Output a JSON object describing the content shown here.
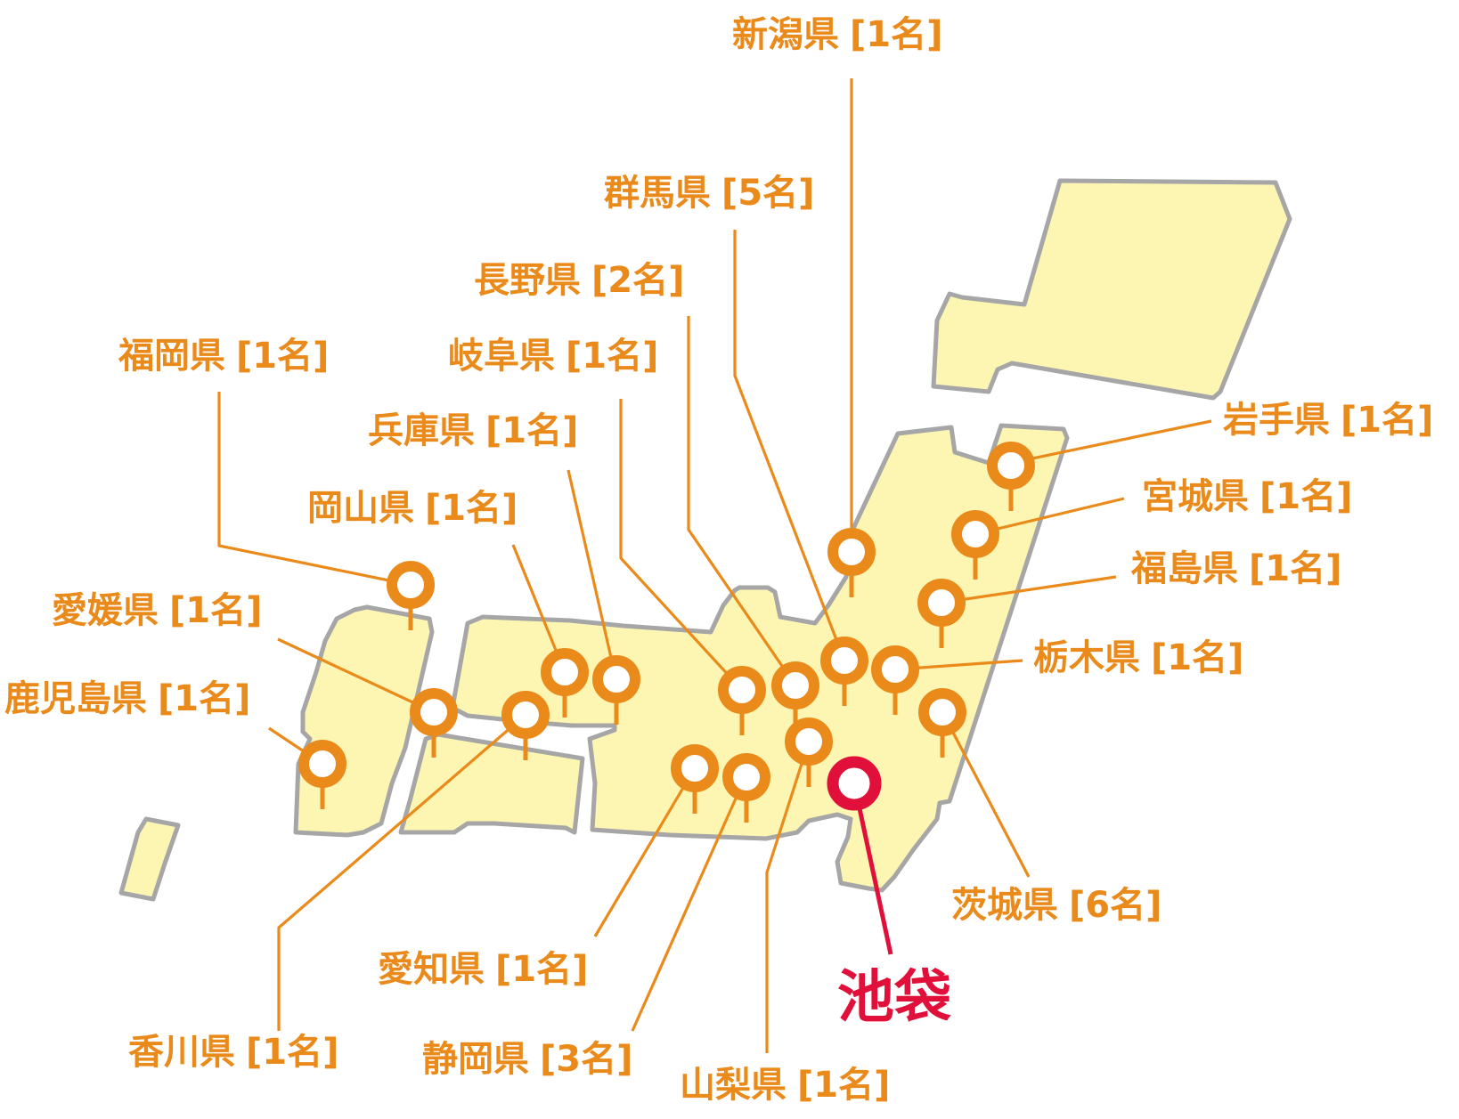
{
  "colors": {
    "land": "#fdf6b3",
    "outline": "#a6a6a6",
    "pin": "#ea8a1a",
    "main_pin": "#e0103a"
  },
  "main_location": {
    "label": "池袋",
    "icon": "map-pin-icon"
  },
  "prefectures": [
    {
      "key": "niigata",
      "name": "新潟県",
      "count": "[1名]"
    },
    {
      "key": "gunma",
      "name": "群馬県",
      "count": "[5名]"
    },
    {
      "key": "nagano",
      "name": "長野県",
      "count": "[2名]"
    },
    {
      "key": "fukuoka",
      "name": "福岡県",
      "count": "[1名]"
    },
    {
      "key": "gifu",
      "name": "岐阜県",
      "count": "[1名]"
    },
    {
      "key": "hyogo",
      "name": "兵庫県",
      "count": "[1名]"
    },
    {
      "key": "okayama",
      "name": "岡山県",
      "count": "[1名]"
    },
    {
      "key": "ehime",
      "name": "愛媛県",
      "count": "[1名]"
    },
    {
      "key": "kagoshima",
      "name": "鹿児島県",
      "count": "[1名]"
    },
    {
      "key": "iwate",
      "name": "岩手県",
      "count": "[1名]"
    },
    {
      "key": "miyagi",
      "name": "宮城県",
      "count": "[1名]"
    },
    {
      "key": "fukushima",
      "name": "福島県",
      "count": "[1名]"
    },
    {
      "key": "tochigi",
      "name": "栃木県",
      "count": "[1名]"
    },
    {
      "key": "ibaraki",
      "name": "茨城県",
      "count": "[6名]"
    },
    {
      "key": "aichi",
      "name": "愛知県",
      "count": "[1名]"
    },
    {
      "key": "kagawa",
      "name": "香川県",
      "count": "[1名]"
    },
    {
      "key": "shizuoka",
      "name": "静岡県",
      "count": "[3名]"
    },
    {
      "key": "yamanashi",
      "name": "山梨県",
      "count": "[1名]"
    }
  ]
}
